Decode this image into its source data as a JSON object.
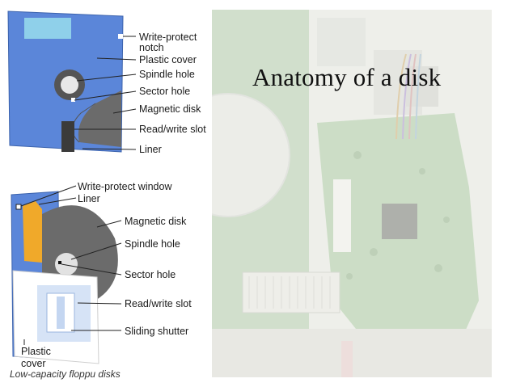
{
  "slide": {
    "title": "Anatomy of a disk"
  },
  "top_diagram": {
    "labels": {
      "write_protect_notch": "Write-protect notch",
      "plastic_cover": "Plastic cover",
      "spindle_hole": "Spindle hole",
      "sector_hole": "Sector hole",
      "magnetic_disk": "Magnetic disk",
      "read_write_slot": "Read/write slot",
      "liner": "Liner"
    }
  },
  "bottom_diagram": {
    "labels": {
      "write_protect_window": "Write-protect window",
      "liner": "Liner",
      "magnetic_disk": "Magnetic disk",
      "spindle_hole": "Spindle hole",
      "sector_hole": "Sector hole",
      "read_write_slot": "Read/write slot",
      "sliding_shutter": "Sliding shutter",
      "plastic_cover": "Plastic cover"
    },
    "caption": "Low-capacity floppu disks"
  },
  "colors": {
    "disk_blue": "#5b86d9",
    "magnetic_disk_gray": "#6b6b6b",
    "liner_orange": "#f0a92a",
    "pcb_green": "#8fb88a",
    "photo_overlay": "#f2f2ee"
  }
}
